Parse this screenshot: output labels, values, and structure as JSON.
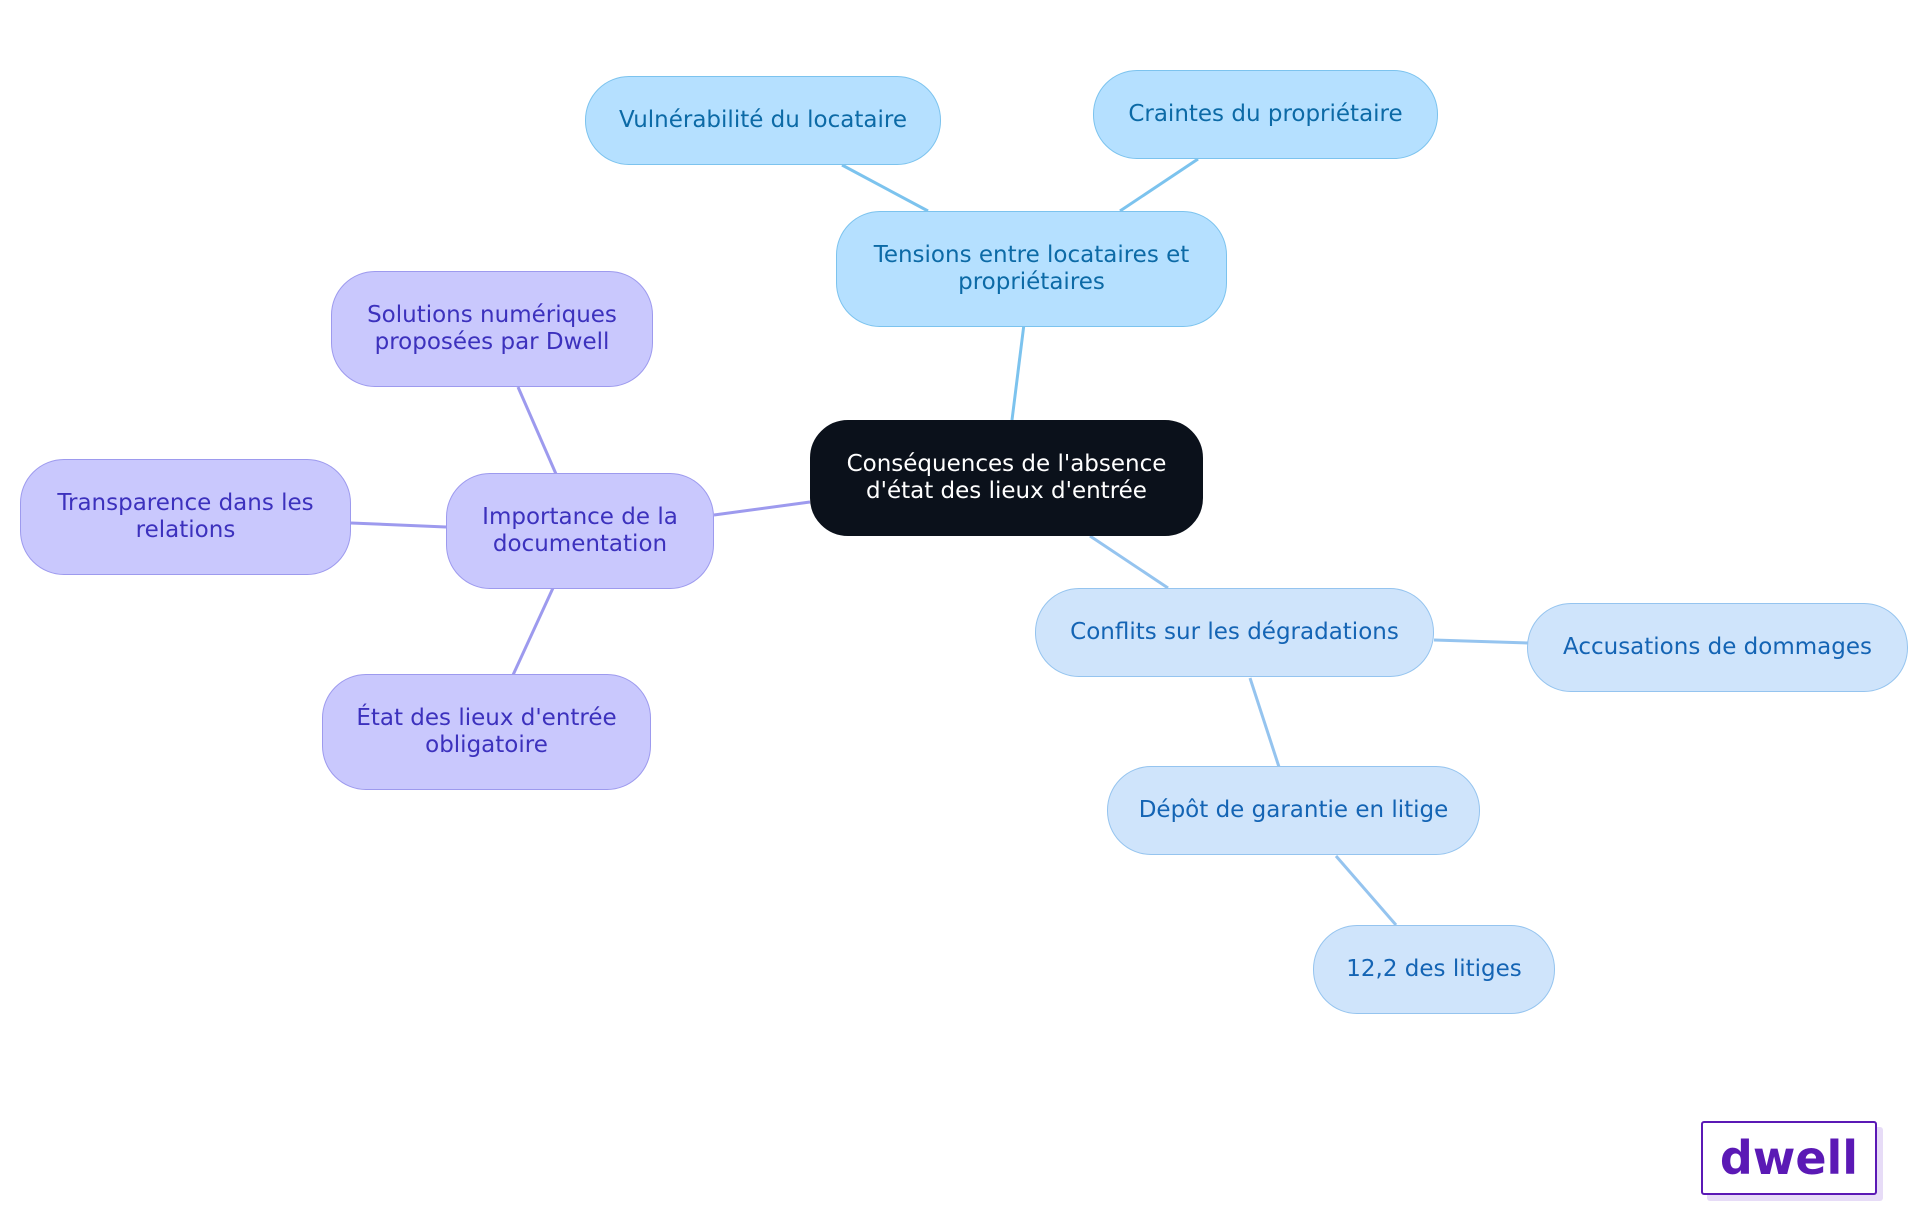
{
  "nodes": {
    "root": "Conséquences de l'absence d'état des lieux d'entrée",
    "tensions": "Tensions entre locataires et propriétaires",
    "vulnerabilite": "Vulnérabilité du locataire",
    "craintes": "Craintes du propriétaire",
    "importance": "Importance de la documentation",
    "solutions": "Solutions numériques proposées par Dwell",
    "transparence": "Transparence dans les relations",
    "etat_obligatoire": "État des lieux d'entrée obligatoire",
    "conflits": "Conflits sur les dégradations",
    "accusations": "Accusations de dommages",
    "depot": "Dépôt de garantie en litige",
    "litiges": "12,2 des litiges"
  },
  "logo": {
    "text": "dwell"
  },
  "colors": {
    "root_fill": "#0b111b",
    "blue_fill": "#b5e0ff",
    "blue_edge": "#7cc3ee",
    "lightblue_fill": "#cfe4fb",
    "lightblue_edge": "#95c4ef",
    "purple_fill": "#c9c8fd",
    "purple_edge": "#9d9aee",
    "logo": "#5b19b5"
  }
}
